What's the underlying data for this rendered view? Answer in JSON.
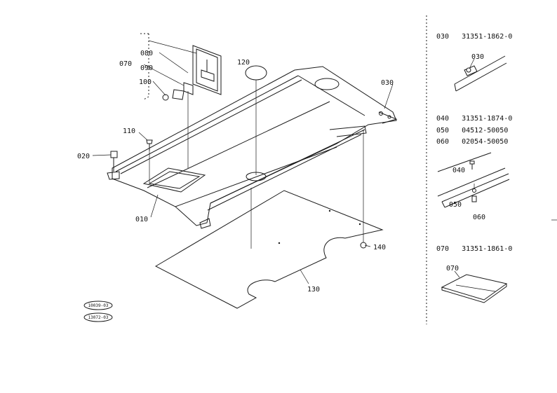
{
  "callouts": {
    "c010": "010",
    "c020": "020",
    "c030": "030",
    "c070": "070",
    "c080": "080",
    "c090": "090",
    "c100": "100",
    "c110": "110",
    "c120": "120",
    "c130": "130",
    "c140": "140"
  },
  "parts_list": {
    "p030": "030   31351-1862-0",
    "p040": "040   31351-1874-0",
    "p050": "050   04512-50050",
    "p060": "060   02054-50050",
    "p070": "070   31351-1861-0"
  },
  "detail_callouts": {
    "d030": "030",
    "d040": "040",
    "d050": "050",
    "d060": "060",
    "d070": "070"
  },
  "stamps": {
    "s1": "10039-03",
    "s2": "13072-03"
  }
}
